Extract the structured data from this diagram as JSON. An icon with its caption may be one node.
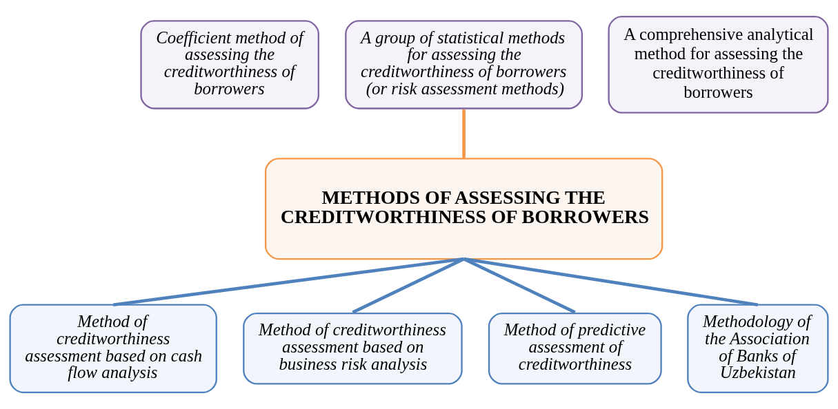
{
  "diagram": {
    "nodes": [
      {
        "text": [
          "Coefficient method of assessing the creditworthiness of borrowers"
        ]
      },
      {
        "text": [
          "A group of statistical methods for assessing the creditworthiness of borrowers (or risk assessment methods)"
        ]
      },
      {
        "text": [
          "A comprehensive analytical method for assessing the creditworthiness of borrowers"
        ]
      },
      {
        "text": [
          "METHODS OF ASSESSING THE CREDITWORTHINESS OF BORROWERS"
        ]
      },
      {
        "text": [
          "Method of creditworthiness assessment based on cash flow analysis"
        ]
      },
      {
        "text": [
          "Method of creditworthiness assessment based on business risk analysis"
        ]
      },
      {
        "text": [
          "Method of predictive assessment of creditworthiness"
        ]
      },
      {
        "text": [
          "Methodology of the Association of Banks of Uzbekistan"
        ]
      }
    ],
    "edges": [
      {
        "from": 1,
        "to": 3,
        "arrow": "none",
        "color": "#f79646"
      },
      {
        "from": 3,
        "to": 4,
        "arrow": "none"
      },
      {
        "from": 3,
        "to": 5,
        "arrow": "none"
      },
      {
        "from": 3,
        "to": 6,
        "arrow": "none"
      },
      {
        "from": 3,
        "to": 7,
        "arrow": "none"
      }
    ]
  }
}
